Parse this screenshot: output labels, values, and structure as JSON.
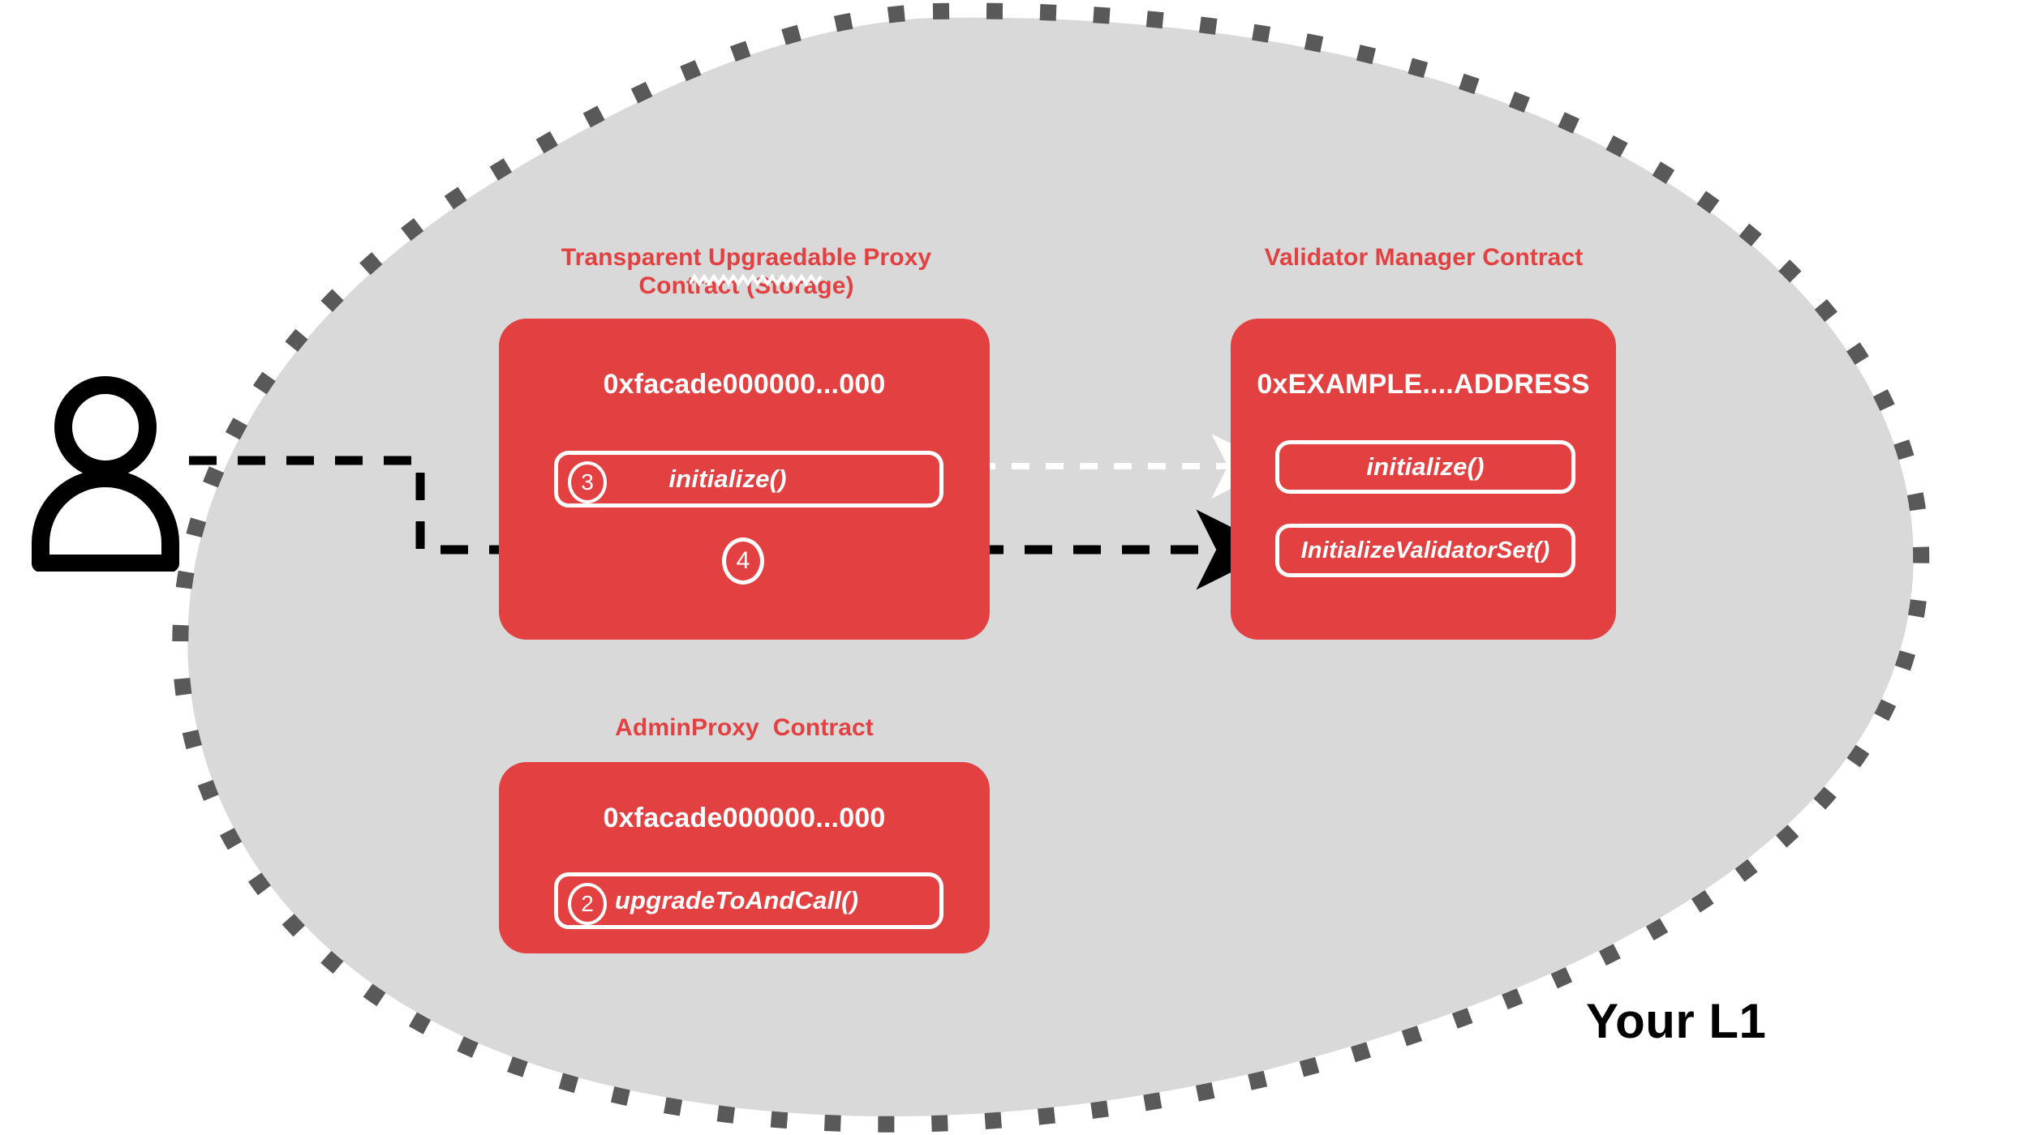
{
  "diagram": {
    "region_label": "Your L1",
    "colors": {
      "blob_fill": "#D9D9D9",
      "blob_border": "#595959",
      "card_red": "#E34141",
      "card_text": "#FFFFFF",
      "title_red": "#E34141",
      "edge_black": "#000000",
      "edge_white": "#FFFFFF",
      "background": "#FFFFFF"
    },
    "actor": {
      "icon": "user-person-icon"
    },
    "cards": [
      {
        "id": "proxy",
        "title": "Transparent Upgraedable Proxy\nContract (Storage)",
        "title_misspelled_word": "Upgraedable",
        "address": "0xfacade000000...000",
        "functions": [
          {
            "badge": "3",
            "label": "initialize()"
          }
        ],
        "floating_badge": "4"
      },
      {
        "id": "validator-manager",
        "title": "Validator Manager Contract",
        "address": "0xEXAMPLE....ADDRESS",
        "functions": [
          {
            "badge": "",
            "label": "initialize()"
          },
          {
            "badge": "",
            "label": "InitializeValidatorSet()"
          }
        ]
      },
      {
        "id": "admin-proxy",
        "title": "AdminProxy  Contract",
        "address": "0xfacade000000...000",
        "functions": [
          {
            "badge": "2",
            "label": "upgradeToAndCall()"
          }
        ]
      }
    ],
    "edges": [
      {
        "id": "user-to-validator-set",
        "style": "dashed",
        "color": "#000000",
        "from": "user",
        "to": "InitializeValidatorSet()"
      },
      {
        "id": "proxy-initialize-to-vm-initialize",
        "style": "dashed",
        "color": "#FFFFFF",
        "from": "initialize()",
        "to": "initialize()"
      }
    ]
  }
}
